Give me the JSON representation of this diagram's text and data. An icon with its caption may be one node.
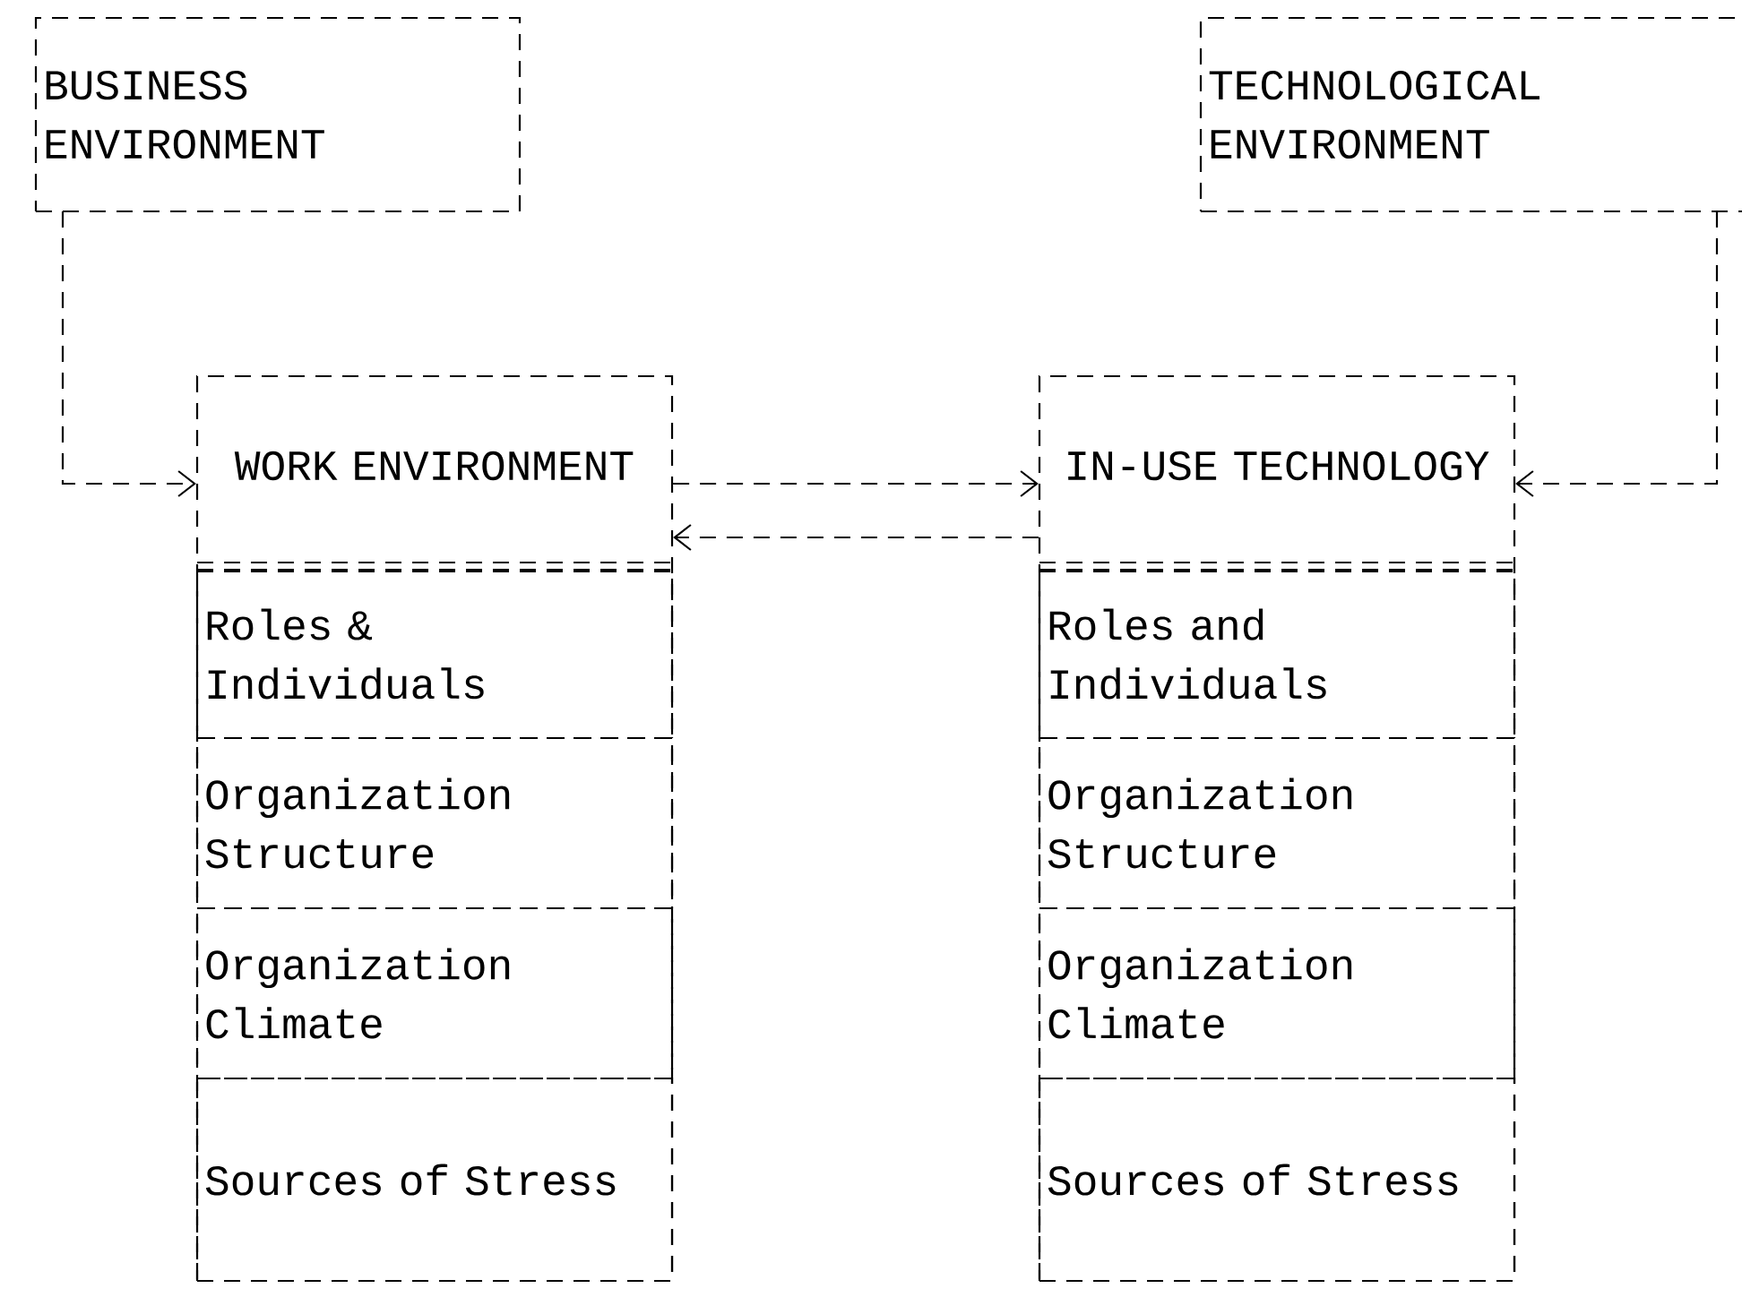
{
  "diagram": {
    "nodes": [
      {
        "text": [
          "BUSINESS ENVIRONMENT"
        ]
      },
      {
        "text": [
          "TECHNOLOGICAL ENVIRONMENT"
        ]
      },
      {
        "text": [
          "WORK ENVIRONMENT"
        ]
      },
      {
        "text": [
          "Roles & Individuals"
        ],
        "in": 2
      },
      {
        "text": [
          "Organization Structure"
        ],
        "in": 2
      },
      {
        "text": [
          "Organization Climate"
        ],
        "in": 2
      },
      {
        "text": [
          "Sources of Stress"
        ],
        "in": 2
      },
      {
        "text": [
          "IN-USE TECHNOLOGY"
        ]
      },
      {
        "text": [
          "Roles and Individuals"
        ],
        "in": 7
      },
      {
        "text": [
          "Organization Structure"
        ],
        "in": 7
      },
      {
        "text": [
          "Organization Climate"
        ],
        "in": 7
      },
      {
        "text": [
          "Sources of Stress"
        ],
        "in": 7
      }
    ],
    "edges": [
      {
        "from": 0,
        "to": 2,
        "arrow": "to",
        "style": "dashed"
      },
      {
        "from": 1,
        "to": 7,
        "arrow": "to",
        "style": "dashed"
      },
      {
        "from": 2,
        "to": 7,
        "arrow": "to",
        "style": "dashed"
      },
      {
        "from": 7,
        "to": 2,
        "arrow": "to",
        "style": "dashed"
      }
    ]
  }
}
